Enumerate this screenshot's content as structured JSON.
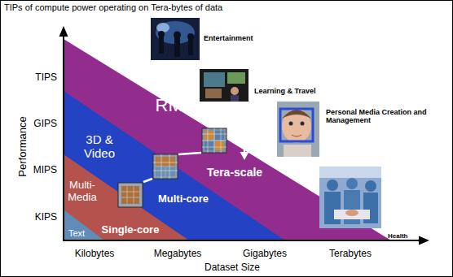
{
  "diagram": {
    "title": "TIPs of compute power operating on Tera-bytes of data",
    "nodes": [
      {
        "text": [
          "RMS",
          "Tera-scale"
        ]
      },
      {
        "text": [
          "3D & Video",
          "Multi-core"
        ],
        "in": 0
      },
      {
        "text": [
          "Multi- Media",
          "Single-core"
        ],
        "in": 1
      },
      {
        "text": [
          "Text"
        ],
        "in": 2
      }
    ],
    "labels": [
      "Entertainment",
      "Learning & Travel",
      "Personal Media Creation and Management",
      "Health",
      "TIPS",
      "GIPS",
      "MIPS",
      "KIPS",
      "Performance",
      "Kilobytes",
      "Megabytes",
      "Gigabytes",
      "Terabytes",
      "Dataset Size"
    ]
  }
}
